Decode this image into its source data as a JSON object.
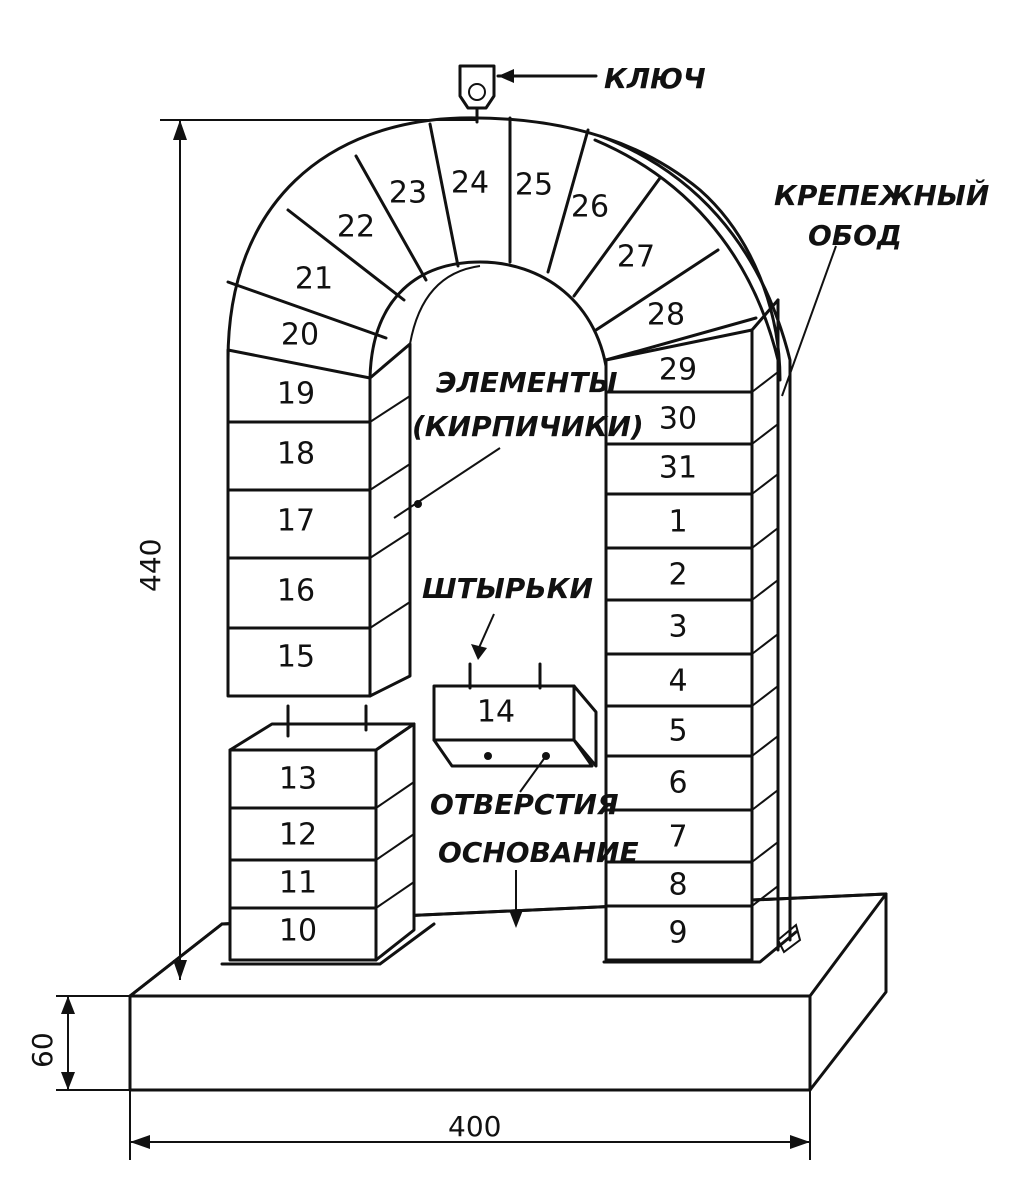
{
  "labels": {
    "key": "КЛЮЧ",
    "rim_line1": "КРЕПЕЖНЫЙ",
    "rim_line2": "ОБОД",
    "elements_line1": "ЭЛЕМЕНТЫ",
    "elements_line2": "(КИРПИЧИКИ)",
    "pins": "ШТЫРЬКИ",
    "holes": "ОТВЕРСТИЯ",
    "base": "ОСНОВАНИЕ"
  },
  "dimensions": {
    "height": "440",
    "width": "400",
    "base_thickness": "60"
  },
  "bricks": {
    "right_pillar": [
      "1",
      "2",
      "3",
      "4",
      "5",
      "6",
      "7",
      "8",
      "9"
    ],
    "left_stack": [
      "10",
      "11",
      "12",
      "13"
    ],
    "loose": "14",
    "left_pillar": [
      "15",
      "16",
      "17",
      "18",
      "19",
      "20"
    ],
    "arch_left": [
      "21",
      "22",
      "23"
    ],
    "arch_top": [
      "24",
      "25",
      "26",
      "27",
      "28"
    ],
    "arch_right": [
      "29",
      "30",
      "31"
    ]
  }
}
